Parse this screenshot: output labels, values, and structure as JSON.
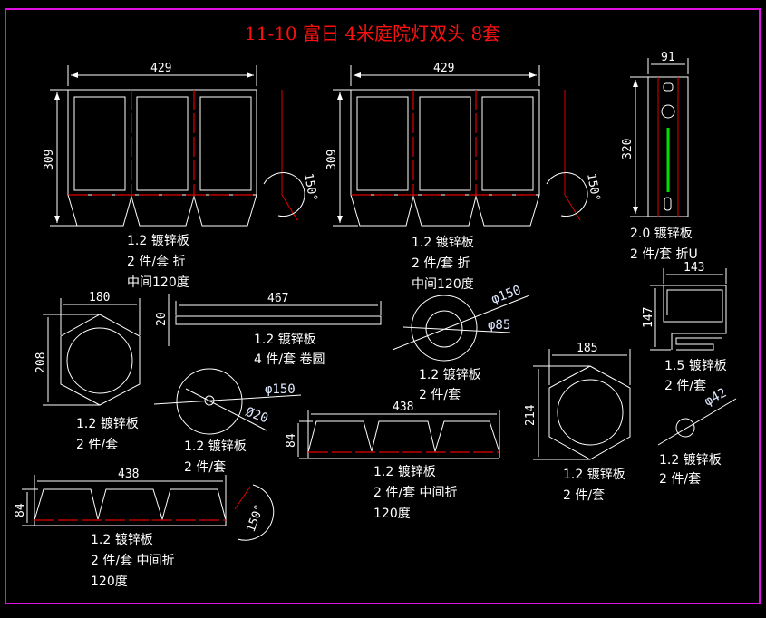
{
  "title": "11-10 富日 4米庭院灯双头 8套",
  "colors": {
    "background": "#000000",
    "frame": "#e010e0",
    "title": "#ff1010",
    "outline": "#ffffff",
    "fold_line": "#e00000",
    "slot": "#00e000"
  },
  "parts": [
    {
      "id": "panel-1",
      "dims": {
        "width": "429",
        "height": "309",
        "angle": "150°"
      },
      "notes": [
        "1.2 镀锌板",
        "2 件/套 折",
        "中间120度"
      ]
    },
    {
      "id": "panel-2",
      "dims": {
        "width": "429",
        "height": "309",
        "angle": "150°"
      },
      "notes": [
        "1.2 镀锌板",
        "2 件/套 折",
        "中间120度"
      ]
    },
    {
      "id": "post",
      "dims": {
        "width": "91",
        "height": "320"
      },
      "notes": [
        "2.0 镀锌板",
        "2 件/套 折U"
      ]
    },
    {
      "id": "spiral",
      "dims": {
        "width": "143",
        "height": "147"
      },
      "notes": [
        "1.5 镀锌板",
        "2 件/套"
      ]
    },
    {
      "id": "small-disc",
      "dims": {
        "dia": "φ42"
      },
      "notes": [
        "1.2 镀锌板",
        "2 件/套"
      ]
    },
    {
      "id": "hex-1",
      "dims": {
        "width": "180",
        "height": "208"
      },
      "notes": [
        "1.2 镀锌板",
        "2 件/套"
      ]
    },
    {
      "id": "strip",
      "dims": {
        "width": "467",
        "height": "20"
      },
      "notes": [
        "1.2 镀锌板",
        "4 件/套 卷圆"
      ]
    },
    {
      "id": "ring",
      "dims": {
        "outer": "φ150",
        "inner": "φ85"
      },
      "notes": [
        "1.2 镀锌板",
        "2 件/套"
      ]
    },
    {
      "id": "disc",
      "dims": {
        "outer": "φ150",
        "inner": "Ø20"
      },
      "notes": [
        "1.2 镀锌板",
        "2 件/套"
      ]
    },
    {
      "id": "trap-1",
      "dims": {
        "width": "438",
        "height": "84"
      },
      "notes": [
        "1.2 镀锌板",
        "2 件/套 中间折",
        "120度"
      ]
    },
    {
      "id": "hex-2",
      "dims": {
        "width": "185",
        "height": "214"
      },
      "notes": [
        "1.2 镀锌板",
        "2 件/套"
      ]
    },
    {
      "id": "trap-2",
      "dims": {
        "width": "438",
        "height": "84",
        "angle": "150°"
      },
      "notes": [
        "1.2 镀锌板",
        "2 件/套 中间折",
        "120度"
      ]
    }
  ]
}
